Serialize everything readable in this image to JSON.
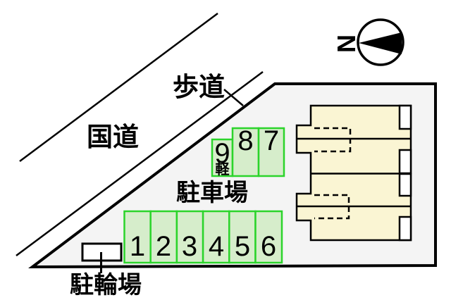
{
  "plan": {
    "compass": {
      "north_label": "N",
      "points": "left"
    },
    "labels": {
      "national_road": "国道",
      "sidewalk": "歩道",
      "parking_area": "駐車場",
      "bicycle_parking": "駐輪場"
    },
    "parking": {
      "front_row": [
        "1",
        "2",
        "3",
        "4",
        "5",
        "6"
      ],
      "back_row": {
        "space_8": "8",
        "space_7": "7"
      },
      "kei_space": {
        "number": "9",
        "type_label": "軽"
      }
    },
    "colors": {
      "parking_space_fill": "#D6EDCB",
      "parking_space_border": "#2BD42B",
      "building_fill": "#FAF5D3",
      "site_fill": "#F4F4F4",
      "outline": "#000000",
      "background": "#FFFFFF"
    }
  }
}
